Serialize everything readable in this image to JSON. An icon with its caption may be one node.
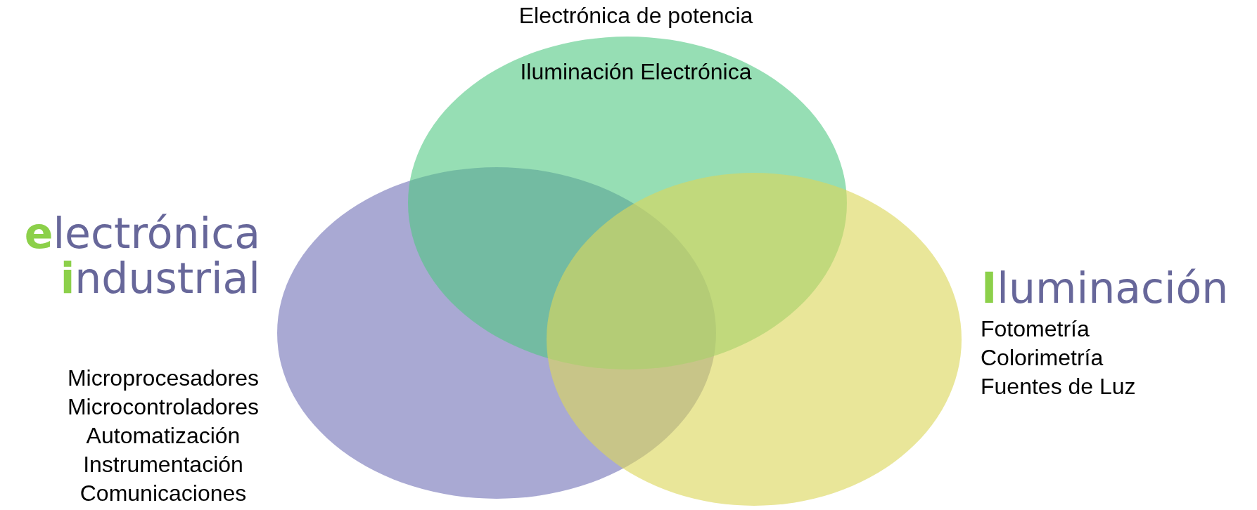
{
  "diagram": {
    "nodes": [
      {
        "text": [
          "Electrónica de potencia",
          "Iluminación Electrónica"
        ]
      },
      {
        "text": [
          "electrónica industrial",
          "Microprocesadores",
          "Microcontroladores",
          "Automatización",
          "Instrumentación",
          "Comunicaciones"
        ]
      },
      {
        "text": [
          "Iluminación",
          "Fotometría",
          "Colorimetría",
          "Fuentes de Luz"
        ]
      }
    ]
  }
}
